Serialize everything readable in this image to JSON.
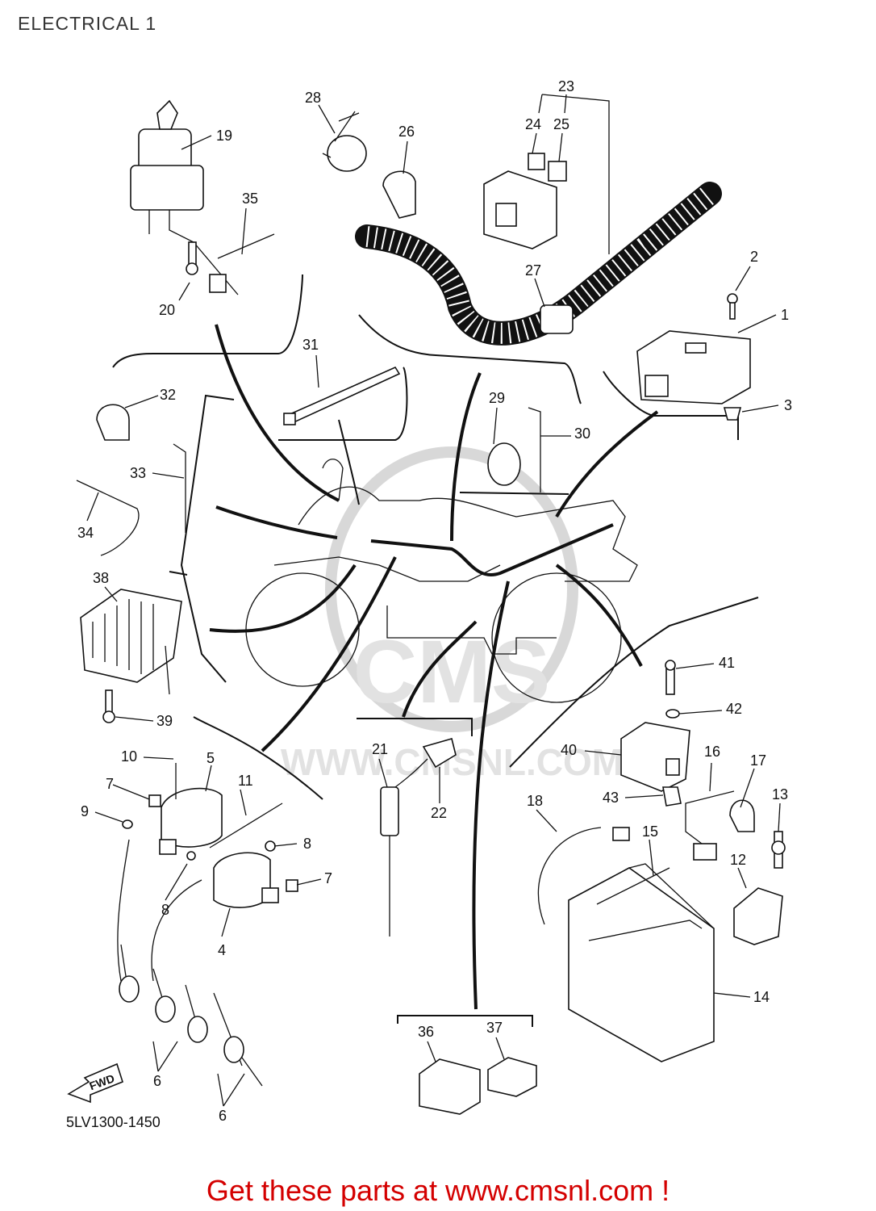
{
  "title": "ELECTRICAL 1",
  "diagram_code": "5LV1300-1450",
  "footer_text": "Get these parts at www.cmsnl.com !",
  "fwd_label": "FWD",
  "watermark_url": "WWW.CMSNL.COM",
  "watermark_brand": "CMS",
  "labels": {
    "p1": "1",
    "p2": "2",
    "p3": "3",
    "p4": "4",
    "p5": "5",
    "p6a": "6",
    "p6b": "6",
    "p7a": "7",
    "p7b": "7",
    "p8a": "8",
    "p8b": "8",
    "p9": "9",
    "p10": "10",
    "p11": "11",
    "p12": "12",
    "p13": "13",
    "p14": "14",
    "p15": "15",
    "p16": "16",
    "p17": "17",
    "p18": "18",
    "p19": "19",
    "p20": "20",
    "p21": "21",
    "p22": "22",
    "p23": "23",
    "p24": "24",
    "p25": "25",
    "p26": "26",
    "p27": "27",
    "p28": "28",
    "p29": "29",
    "p30": "30",
    "p31": "31",
    "p32": "32",
    "p33": "33",
    "p34": "34",
    "p35": "35",
    "p36": "36",
    "p37": "37",
    "p38": "38",
    "p39": "39",
    "p40": "40",
    "p41": "41",
    "p42": "42",
    "p43": "43"
  }
}
